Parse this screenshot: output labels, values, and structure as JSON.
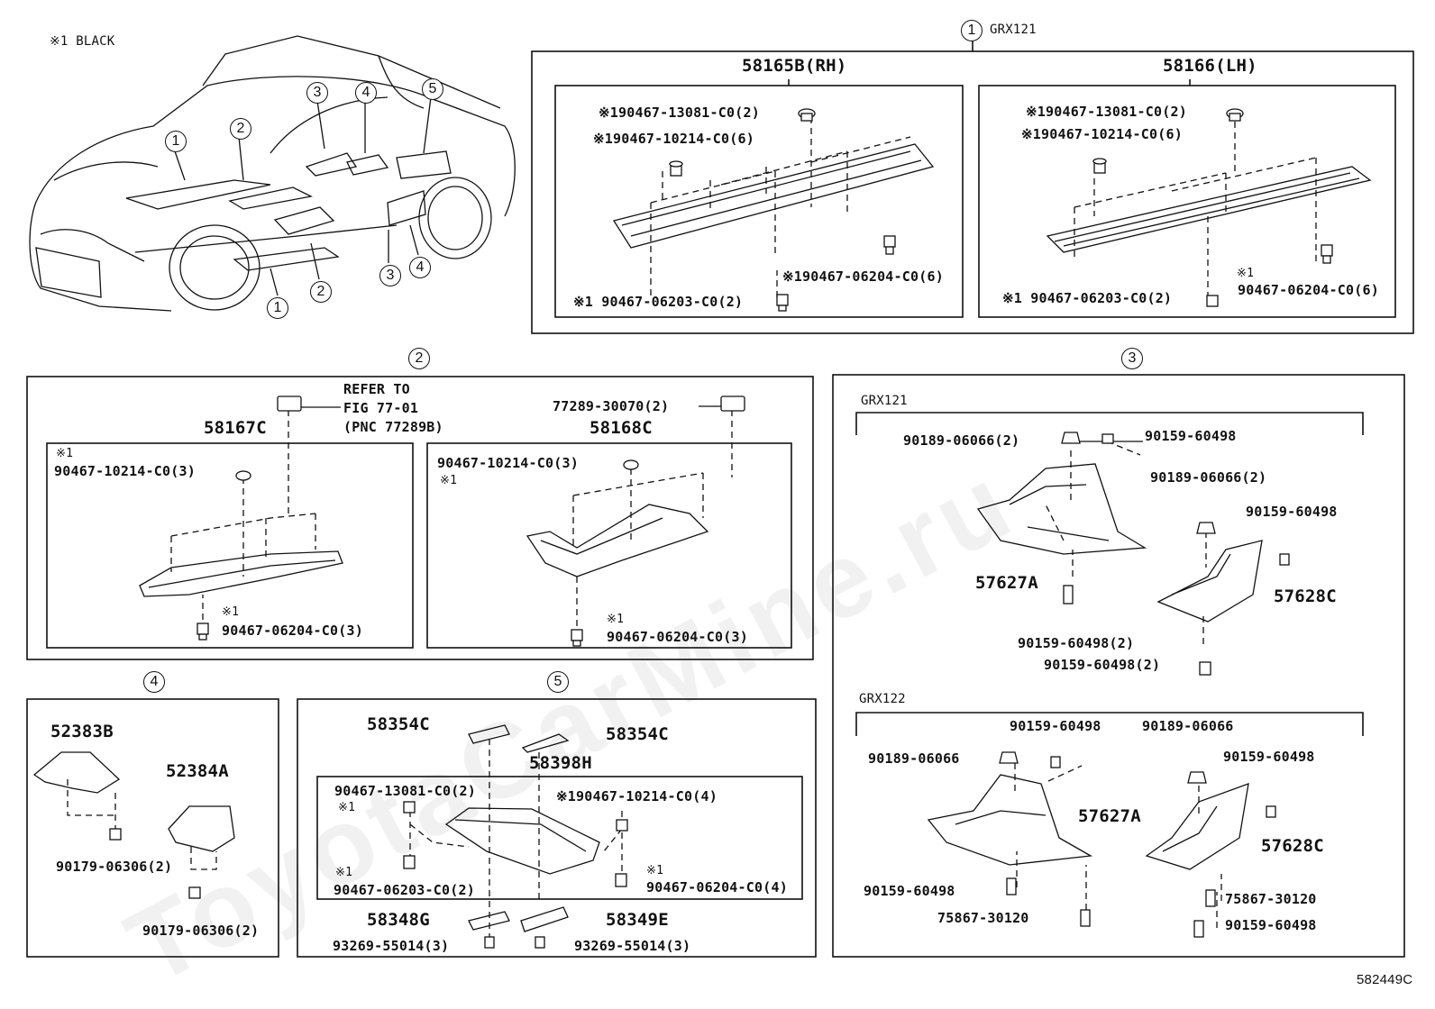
{
  "watermark": "ToyotaCarMine.ru",
  "footnote": "※1 BLACK",
  "figure_code": "582449C",
  "index_markers": [
    "1",
    "2",
    "3",
    "4",
    "5"
  ],
  "section1": {
    "marker": "1",
    "variant": "GRX121",
    "rh": {
      "part": "58165B(RH)",
      "callouts": [
        "※190467-13081-C0(2)",
        "※190467-10214-C0(6)",
        "※190467-06204-C0(6)",
        "※1 90467-06203-C0(2)"
      ]
    },
    "lh": {
      "part": "58166(LH)",
      "callouts": [
        "※190467-13081-C0(2)",
        "※190467-10214-C0(6)",
        "※1",
        "90467-06204-C0(6)",
        "※1 90467-06203-C0(2)"
      ]
    }
  },
  "section2": {
    "marker": "2",
    "refer": [
      "REFER TO",
      "FIG 77-01",
      "(PNC 77289B)"
    ],
    "left": {
      "part": "58167C",
      "mark_top": "※1",
      "c1": "90467-10214-C0(3)",
      "mark_bottom": "※1",
      "c2": "90467-06204-C0(3)"
    },
    "right": {
      "part": "58168C",
      "clip": "77289-30070(2)",
      "c1": "90467-10214-C0(3)",
      "mark_top": "※1",
      "mark_bottom": "※1",
      "c2": "90467-06204-C0(3)"
    }
  },
  "section3": {
    "marker": "3",
    "grx121": {
      "variant": "GRX121",
      "labels": [
        "90189-06066(2)",
        "90159-60498",
        "90189-06066(2)",
        "90159-60498",
        "57627A",
        "57628C",
        "90159-60498(2)",
        "90159-60498(2)"
      ]
    },
    "grx122": {
      "variant": "GRX122",
      "labels": [
        "90159-60498",
        "90189-06066",
        "90189-06066",
        "90159-60498",
        "57627A",
        "57628C",
        "90159-60498",
        "75867-30120",
        "75867-30120",
        "90159-60498"
      ]
    }
  },
  "section4": {
    "marker": "4",
    "parts": [
      "52383B",
      "52384A"
    ],
    "bolts": [
      "90179-06306(2)",
      "90179-06306(2)"
    ]
  },
  "section5": {
    "marker": "5",
    "labels": [
      "58354C",
      "58354C",
      "58398H",
      "90467-13081-C0(2)",
      "※1",
      "※190467-10214-C0(4)",
      "※1",
      "90467-06203-C0(2)",
      "※1",
      "90467-06204-C0(4)",
      "58348G",
      "58349E",
      "93269-55014(3)",
      "93269-55014(3)"
    ]
  },
  "colors": {
    "ink": "#111111",
    "paper": "#ffffff",
    "watermark": "#0000000e"
  }
}
